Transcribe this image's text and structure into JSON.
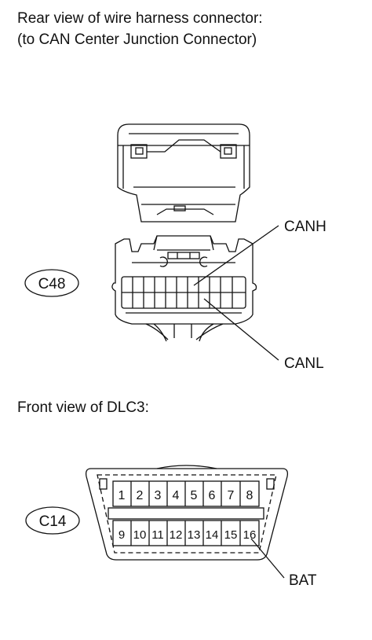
{
  "figure": {
    "top_title_line1": "Rear view of wire harness connector:",
    "top_title_line2": "(to CAN Center Junction Connector)",
    "bottom_title": "Front view of DLC3:"
  },
  "connector_c48": {
    "id_label": "C48",
    "pin_labels": [
      "CANH",
      "CANL"
    ]
  },
  "connector_c14": {
    "id_label": "C14",
    "top_row_pins": [
      "1",
      "2",
      "3",
      "4",
      "5",
      "6",
      "7",
      "8"
    ],
    "bottom_row_pins": [
      "9",
      "10",
      "11",
      "12",
      "13",
      "14",
      "15",
      "16"
    ],
    "pin_label": "BAT"
  }
}
